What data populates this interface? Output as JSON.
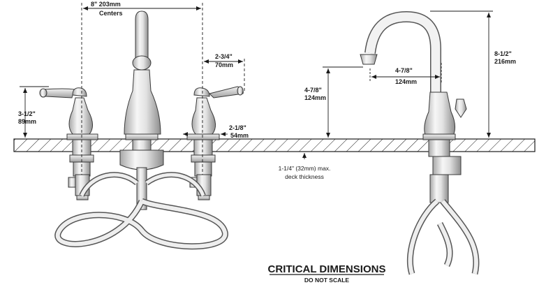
{
  "dimensions": {
    "centers": {
      "line1": "8\" 203mm",
      "line2": "Centers"
    },
    "handle_offset": {
      "line1": "2-3/4\"",
      "line2": "70mm"
    },
    "handle_height": {
      "line1": "3-1/2\"",
      "line2": "89mm"
    },
    "base_width": {
      "line1": "2-1/8\"",
      "line2": "54mm"
    },
    "spout_reach": {
      "line1": "4-7/8\"",
      "line2": "124mm"
    },
    "spout_clearance": {
      "line1": "4-7/8\"",
      "line2": "124mm"
    },
    "overall_height": {
      "line1": "8-1/2\"",
      "line2": "216mm"
    }
  },
  "deck_note": {
    "line1": "1-1/4\" (32mm) max.",
    "line2": "deck thickness"
  },
  "footer": {
    "title": "CRITICAL DIMENSIONS",
    "subtitle": "DO NOT SCALE"
  },
  "colors": {
    "line": "#1a1a1a",
    "metal_light": "#f4f4f4",
    "metal_dark": "#9a9a9a"
  }
}
